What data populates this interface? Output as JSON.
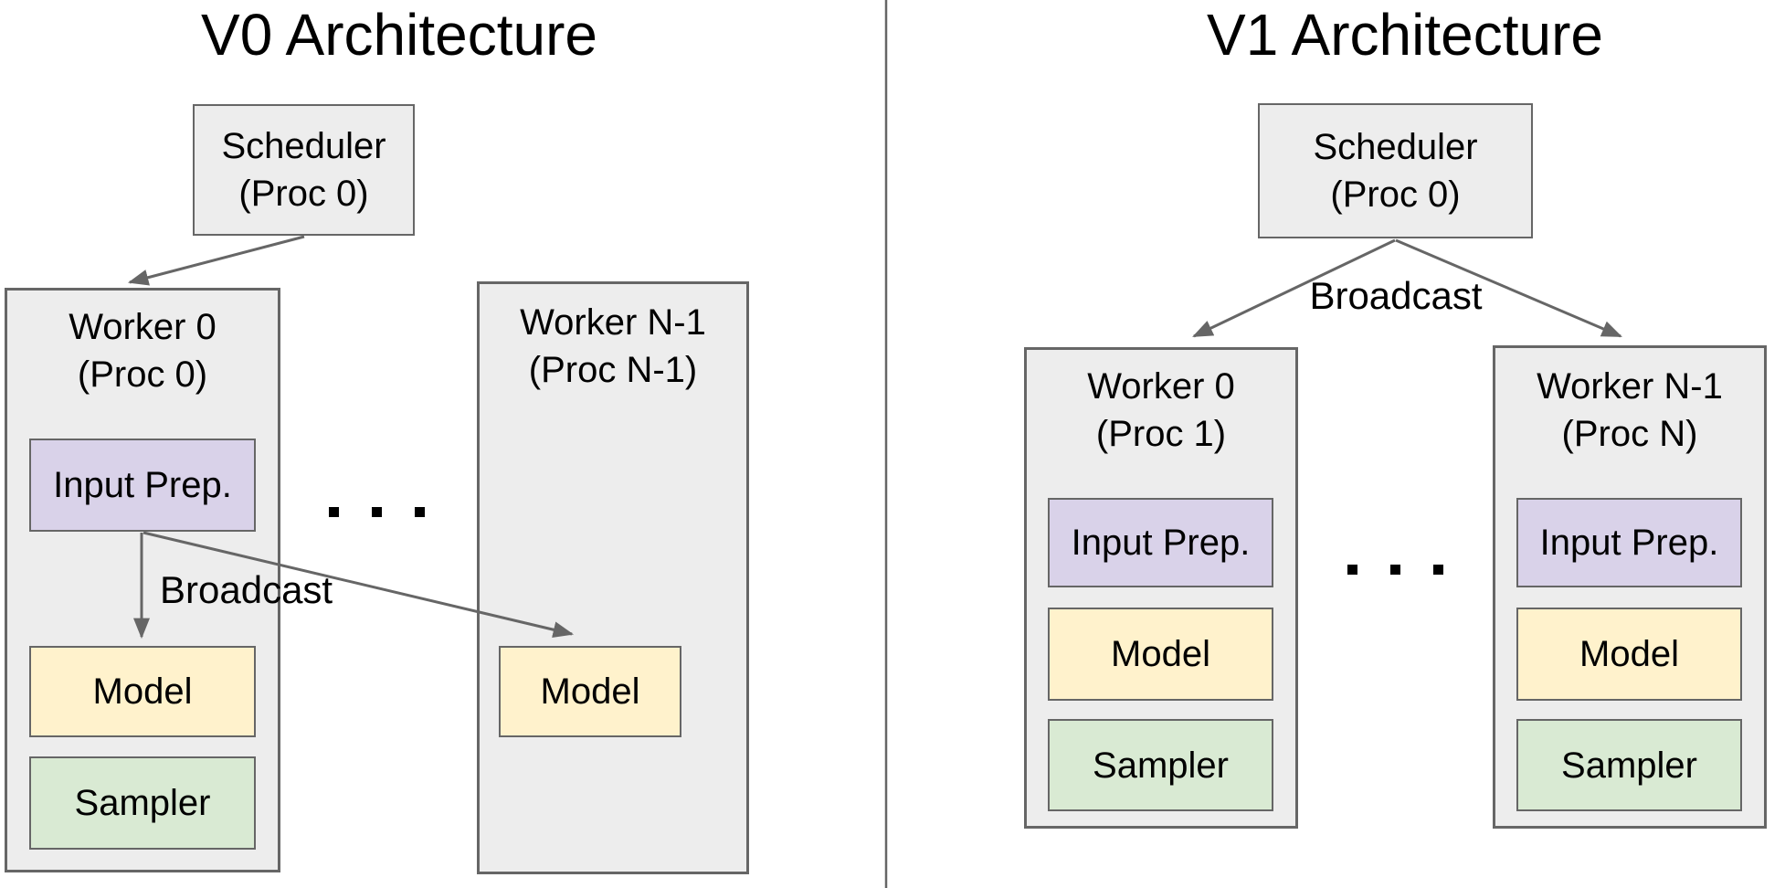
{
  "colors": {
    "background": "#ffffff",
    "box_gray_fill": "#ededed",
    "input_prep_fill": "#d9d2e9",
    "model_fill": "#fff2cc",
    "sampler_fill": "#d9ead3",
    "border_and_arrows": "#666666",
    "text": "#000000"
  },
  "v0": {
    "title": "V0 Architecture",
    "scheduler": {
      "name": "Scheduler",
      "proc": "(Proc 0)"
    },
    "broadcast": "Broadcast",
    "ellipsis": ". . .",
    "workers": [
      {
        "name": "Worker 0",
        "proc": "(Proc 0)",
        "input_prep": "Input Prep.",
        "model": "Model",
        "sampler": "Sampler"
      },
      {
        "name": "Worker N-1",
        "proc": "(Proc N-1)",
        "model": "Model"
      }
    ]
  },
  "v1": {
    "title": "V1 Architecture",
    "scheduler": {
      "name": "Scheduler",
      "proc": "(Proc 0)"
    },
    "broadcast": "Broadcast",
    "ellipsis": ". . .",
    "workers": [
      {
        "name": "Worker 0",
        "proc": "(Proc 1)",
        "input_prep": "Input Prep.",
        "model": "Model",
        "sampler": "Sampler"
      },
      {
        "name": "Worker N-1",
        "proc": "(Proc N)",
        "input_prep": "Input Prep.",
        "model": "Model",
        "sampler": "Sampler"
      }
    ]
  }
}
